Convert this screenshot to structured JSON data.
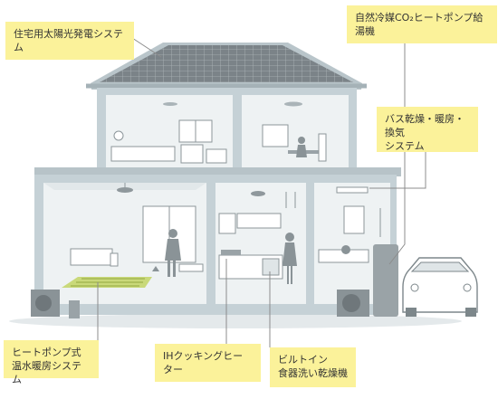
{
  "labels": {
    "solar": "住宅用太陽光発電システム",
    "ecocute": "自然冷媒CO₂ヒートポンプ給湯機",
    "bath": "バス乾燥・暖房・換気\nシステム",
    "floor_heating": "ヒートポンプ式\n温水暖房システム",
    "ih": "IHクッキングヒーター",
    "dishwasher": "ビルトイン\n食器洗い乾燥機"
  },
  "colors": {
    "label_bg": "#fbf29a",
    "wall": "#c5d1d6",
    "interior": "#eef2f3",
    "line": "#8c8c8c",
    "floor_heat": "#c9d97a"
  }
}
